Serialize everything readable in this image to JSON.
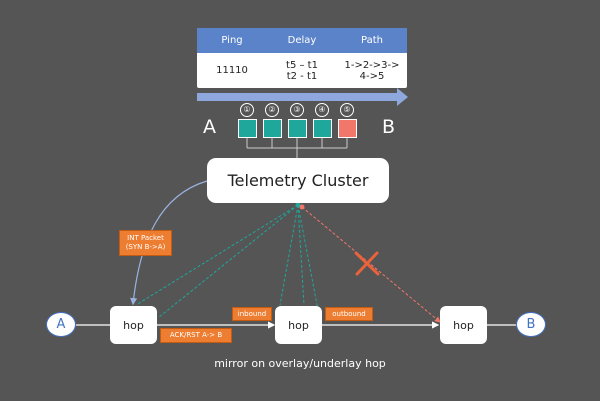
{
  "table": {
    "headers": [
      "Ping",
      "Delay",
      "Path"
    ],
    "row": {
      "ping": "11110",
      "delay_line1": "t5 – t1",
      "delay_line2": "t2 - t1",
      "path": "1->2->3->4->5"
    }
  },
  "sequence": {
    "left_label": "A",
    "right_label": "B",
    "numbers": [
      "①",
      "②",
      "③",
      "④",
      "⑤"
    ],
    "square_colors": [
      "#1fa79b",
      "#1fa79b",
      "#1fa79b",
      "#1fa79b",
      "#f0776a"
    ]
  },
  "cluster_label": "Telemetry Cluster",
  "hops": [
    "hop",
    "hop",
    "hop"
  ],
  "endpoints": [
    "A",
    "B"
  ],
  "tags": {
    "int_packet": "INT Packet\n(SYN B->A)",
    "ack_rst": "ACK/RST A-> B",
    "inbound": "inbound",
    "outbound": "outbound"
  },
  "caption": "mirror on overlay/underlay hop",
  "colors": {
    "background": "#555555",
    "accent_blue": "#5b83c9",
    "teal": "#1fa79b",
    "salmon": "#f0776a",
    "orange": "#ed7d31",
    "cross": "#e8623b"
  }
}
